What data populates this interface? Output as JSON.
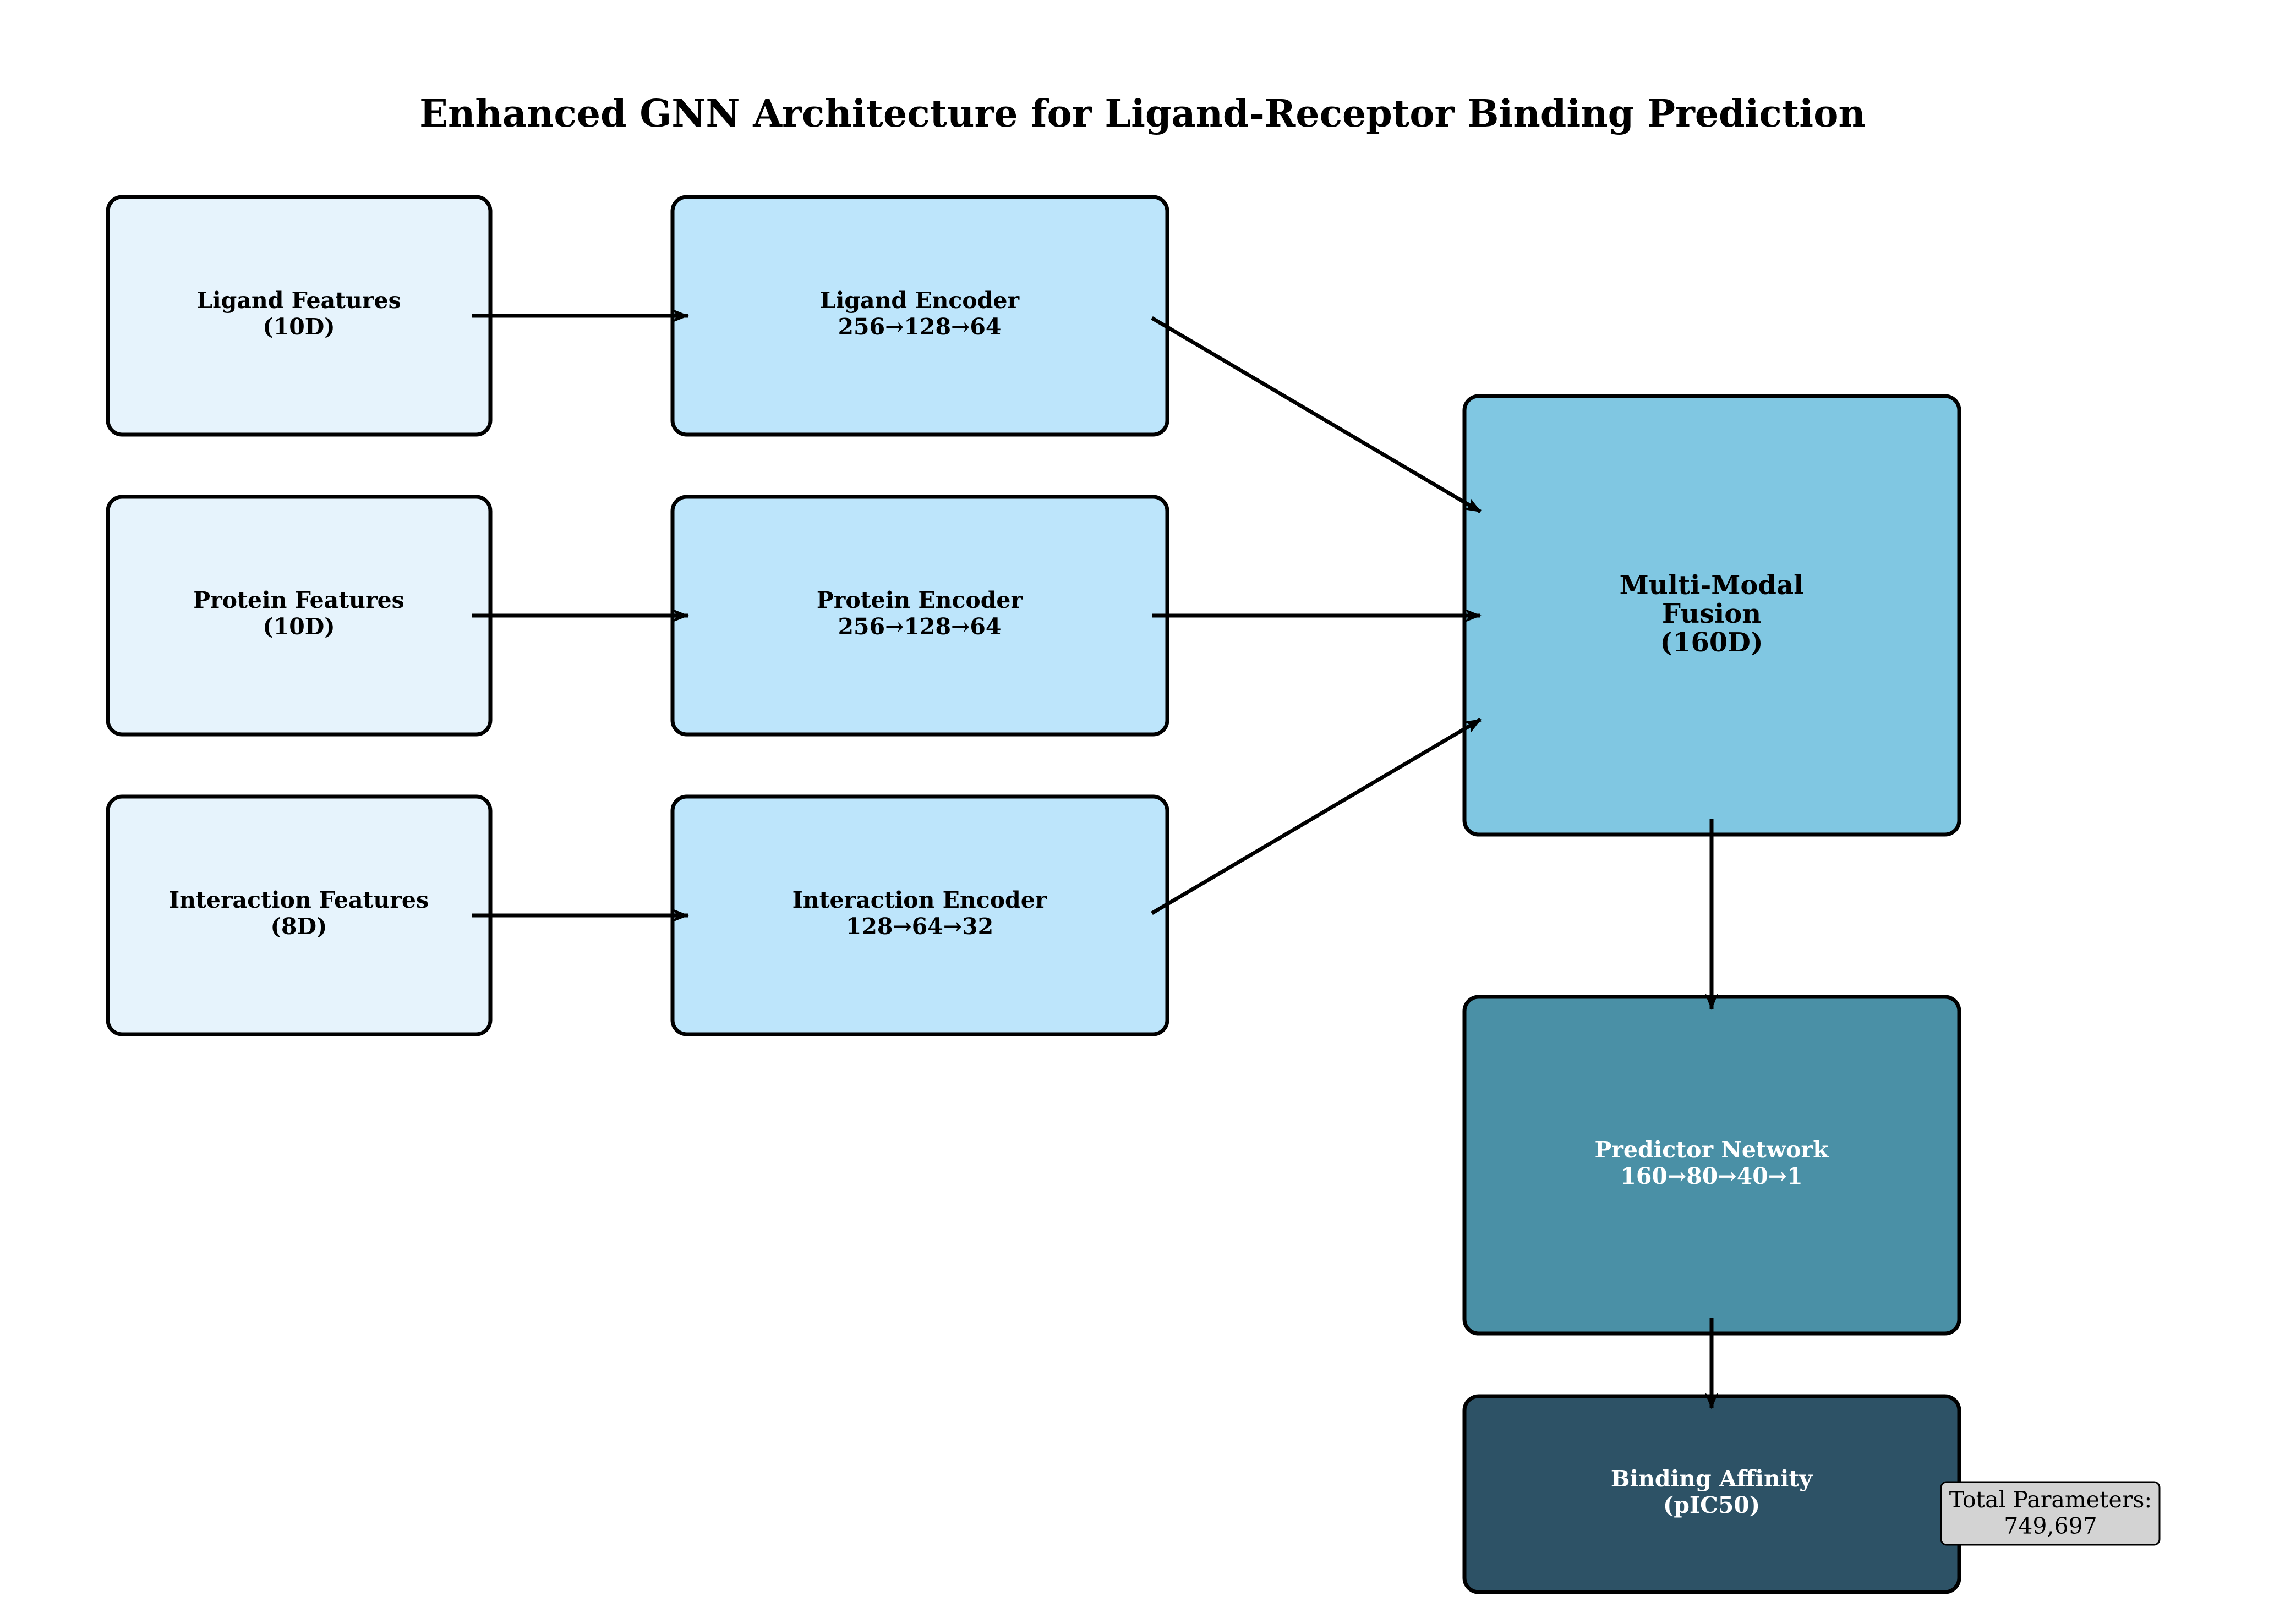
{
  "title": "Enhanced GNN Architecture for Ligand-Receptor Binding Prediction",
  "colors": {
    "input": "#e6f3fc",
    "encoder": "#bde5fb",
    "fusion": "#80c7e2",
    "predictor": "#4a90a6",
    "output": "#2d5266",
    "note": "#d3d3d3",
    "stroke": "#000000"
  },
  "inputs": {
    "ligand": {
      "line1": "Ligand Features",
      "line2": "(10D)"
    },
    "protein": {
      "line1": "Protein Features",
      "line2": "(10D)"
    },
    "interaction": {
      "line1": "Interaction Features",
      "line2": "(8D)"
    }
  },
  "encoders": {
    "ligand": {
      "line1": "Ligand Encoder",
      "line2": "256→128→64"
    },
    "protein": {
      "line1": "Protein Encoder",
      "line2": "256→128→64"
    },
    "interaction": {
      "line1": "Interaction Encoder",
      "line2": "128→64→32"
    }
  },
  "fusion": {
    "line1": "Multi-Modal",
    "line2": "Fusion",
    "line3": "(160D)"
  },
  "predictor": {
    "line1": "Predictor Network",
    "line2": "160→80→40→1"
  },
  "output": {
    "line1": "Binding Affinity",
    "line2": "(pIC50)"
  },
  "parameters": {
    "label": "Total Parameters:",
    "value": "749,697"
  }
}
